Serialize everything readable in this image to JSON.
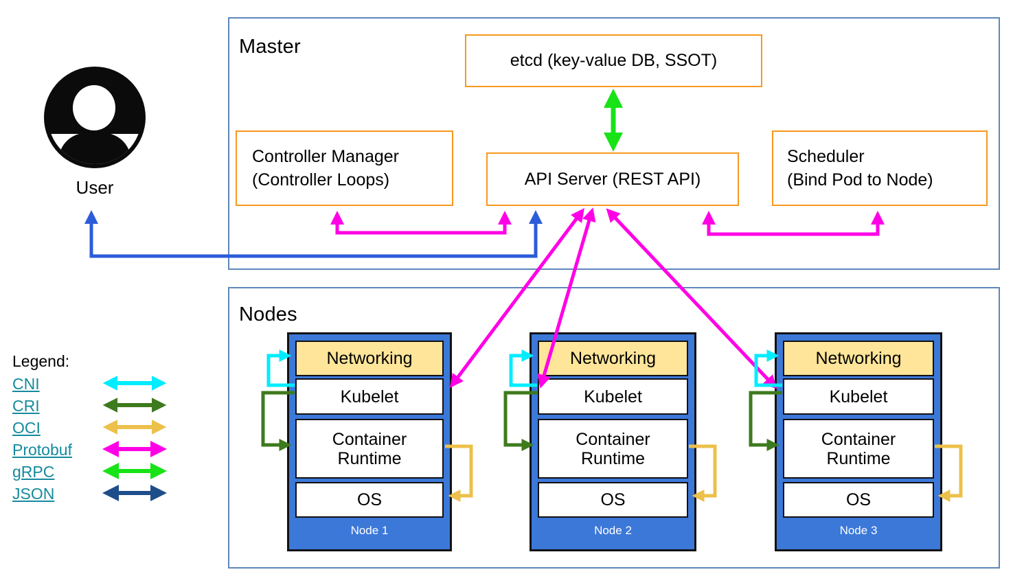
{
  "colors": {
    "magenta": "#ff00e6",
    "royal_blue": "#2b5cd9",
    "grpc_green": "#17e317",
    "cyan": "#00ecff",
    "cri_green": "#3e7a1e",
    "oci_gold": "#ecc04a",
    "json_navy": "#1e4e8a",
    "link_teal": "#148a9c",
    "orange_border": "#f7981d",
    "node_blue": "#3c78d8",
    "networking_tan": "#ffe599",
    "frame_blue": "#5e87b8"
  },
  "user": {
    "label": "User"
  },
  "master": {
    "title": "Master",
    "etcd_label": "etcd (key-value DB, SSOT)",
    "controller_manager": {
      "line1": "Controller Manager",
      "line2": "(Controller Loops)"
    },
    "api_server_label": "API Server (REST API)",
    "scheduler": {
      "line1": "Scheduler",
      "line2": "(Bind Pod to Node)"
    }
  },
  "nodes_section": {
    "title": "Nodes",
    "nodes": [
      {
        "name": "Node 1",
        "layers": {
          "networking": "Networking",
          "kubelet": "Kubelet",
          "runtime": "Container Runtime",
          "os": "OS"
        }
      },
      {
        "name": "Node 2",
        "layers": {
          "networking": "Networking",
          "kubelet": "Kubelet",
          "runtime": "Container Runtime",
          "os": "OS"
        }
      },
      {
        "name": "Node 3",
        "layers": {
          "networking": "Networking",
          "kubelet": "Kubelet",
          "runtime": "Container Runtime",
          "os": "OS"
        }
      }
    ]
  },
  "legend": {
    "title": "Legend:",
    "items": [
      {
        "label": "CNI",
        "color_key": "cyan"
      },
      {
        "label": "CRI",
        "color_key": "cri_green"
      },
      {
        "label": "OCI",
        "color_key": "oci_gold"
      },
      {
        "label": "Protobuf",
        "color_key": "magenta"
      },
      {
        "label": "gRPC",
        "color_key": "grpc_green"
      },
      {
        "label": "JSON",
        "color_key": "json_navy"
      }
    ]
  }
}
